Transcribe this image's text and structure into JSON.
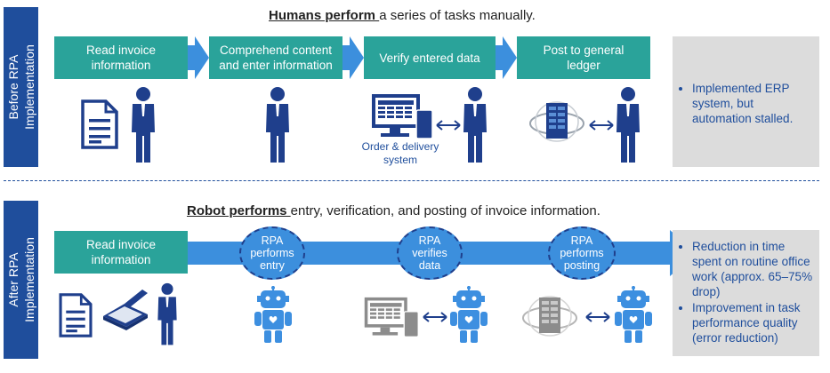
{
  "before": {
    "side_label_line1": "Before RPA",
    "side_label_line2": "Implementation",
    "heading_bold": "Humans perform ",
    "heading_rest": "a series of tasks manually.",
    "steps": [
      {
        "line1": "Read invoice",
        "line2": "information"
      },
      {
        "line1": "Comprehend content",
        "line2": "and enter information"
      },
      {
        "line1": "Verify entered data",
        "line2": ""
      },
      {
        "line1": "Post to general",
        "line2": "ledger"
      }
    ],
    "system_caption_line1": "Order & delivery",
    "system_caption_line2": "system",
    "note": "Implemented ERP system, but automation stalled."
  },
  "after": {
    "side_label_line1": "After RPA",
    "side_label_line2": "Implementation",
    "heading_bold": "Robot performs ",
    "heading_rest": "entry, verification, and posting of invoice information.",
    "step_line1": "Read invoice",
    "step_line2": "information",
    "ovals": [
      {
        "line1": "RPA",
        "line2": "performs",
        "line3": "entry"
      },
      {
        "line1": "RPA",
        "line2": "verifies",
        "line3": "data"
      },
      {
        "line1": "RPA",
        "line2": "performs",
        "line3": "posting"
      }
    ],
    "notes": [
      "Reduction in time spent on routine office work (approx. 65–75% drop)",
      "Improvement in task performance quality (error reduction)"
    ]
  },
  "colors": {
    "teal": "#2aa39a",
    "blue_dark": "#1f4e9c",
    "arrow_blue": "#3c8fdd",
    "robot_blue": "#3d8fe0",
    "note_gray": "#dcdcdc"
  },
  "icons": [
    "document-icon",
    "person-icon",
    "computer-icon",
    "server-globe-icon",
    "scanner-icon",
    "robot-icon",
    "double-arrow-icon"
  ]
}
